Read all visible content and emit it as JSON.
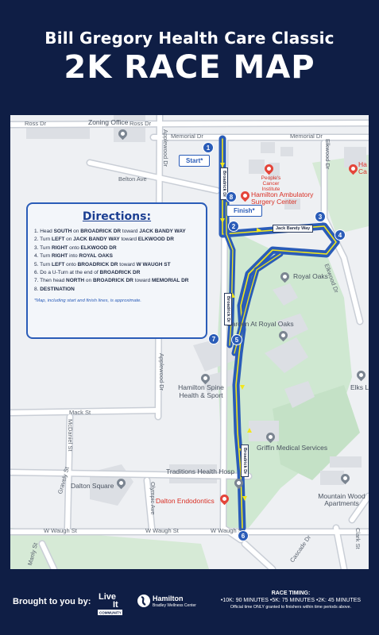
{
  "header": {
    "title": "Bill Gregory Health Care Classic",
    "subtitle": "2K RACE MAP"
  },
  "map": {
    "roads": {
      "ross_dr_left": "Ross Dr",
      "ross_dr_right": "Ross Dr",
      "memorial_dr_left": "Memorial Dr",
      "memorial_dr_right": "Memorial Dr",
      "belton_ave": "Belton Ave",
      "applewood_dr_top": "Applewood Dr",
      "applewood_dr_bottom": "Applewood Dr",
      "elkwood_dr_top": "Elkwood Dr",
      "elkwood_dr_right": "Elkwood Dr",
      "mack_st": "Mack St",
      "mcdaniel_st": "McDaniel St",
      "gravely_st": "Gravely St",
      "olympic_ave": "Olympic Ave",
      "w_waugh_st_left": "W Waugh St",
      "w_waugh_st_mid": "W Waugh St",
      "w_waugh_st_right": "W Waugh St",
      "cascade_dr": "Cascade Dr",
      "clark_st": "Clark St",
      "manly_st": "Manly St"
    },
    "places": {
      "zoning_office": "Zoning Office",
      "peoples_cancer": "People's Cancer Institute",
      "hamilton_ambulatory": "Hamilton Ambulatory Surgery Center",
      "hamilton_right": "Ha Ca",
      "royal_oaks": "Royal Oaks",
      "garden_royal_oaks": "Garden At Royal Oaks",
      "hamilton_spine": "Hamilton Spine Health & Sport",
      "elks": "Elks L",
      "griffin_medical": "Griffin Medical Services",
      "traditions": "Traditions Health Hosp",
      "dalton_square": "Dalton Square",
      "dalton_endo": "Dalton Endodontics",
      "mountain_wood": "Mountain Wood Apartments"
    },
    "street_tags": {
      "broadrick_top": "Broadrick Dr",
      "jack_bandy": "Jack Bandy Way",
      "broadrick_mid": "Broadrick Dr",
      "broadrick_low": "Broadrick Dr"
    },
    "tags": {
      "start": "Start*",
      "finish": "Finish*"
    },
    "markers": [
      "1",
      "2",
      "3",
      "4",
      "5",
      "6",
      "7",
      "8"
    ],
    "route_color": "#2a5cb8",
    "arrow_color": "#f2e71c"
  },
  "directions": {
    "title": "Directions:",
    "steps": [
      {
        "n": "1. ",
        "pre": "Head ",
        "b1": "SOUTH",
        "mid": " on ",
        "b2": "BROADRICK DR",
        "mid2": " toward ",
        "b3": "JACK BANDY WAY"
      },
      {
        "n": "2. ",
        "pre": "Turn ",
        "b1": "LEFT",
        "mid": " on ",
        "b2": "JACK BANDY WAY",
        "mid2": " toward ",
        "b3": "ELKWOOD DR"
      },
      {
        "n": "3. ",
        "pre": "Turn ",
        "b1": "RIGHT",
        "mid": " onto ",
        "b2": "ELKWOOD DR",
        "mid2": "",
        "b3": ""
      },
      {
        "n": "4. ",
        "pre": "Turn ",
        "b1": "RIGHT",
        "mid": " into ",
        "b2": "ROYAL OAKS",
        "mid2": "",
        "b3": ""
      },
      {
        "n": "5. ",
        "pre": "Turn ",
        "b1": "LEFT",
        "mid": " onto ",
        "b2": "BROADRICK DR",
        "mid2": " toward ",
        "b3": "W WAUGH ST"
      },
      {
        "n": "6. ",
        "pre": "Do a U-Turn at the end of ",
        "b1": "BROADRICK DR",
        "mid": "",
        "b2": "",
        "mid2": "",
        "b3": ""
      },
      {
        "n": "7. ",
        "pre": "Then head ",
        "b1": "NORTH",
        "mid": " on ",
        "b2": "BROADRICK DR",
        "mid2": " toward ",
        "b3": "MEMORIAL DR"
      },
      {
        "n": "8. ",
        "pre": "",
        "b1": "DESTINATION",
        "mid": "",
        "b2": "",
        "mid2": "",
        "b3": ""
      }
    ],
    "note": "*Map, including start and finish lines, is approximate."
  },
  "footer": {
    "brought": "Brought to you by:",
    "liveit_line1": "Live",
    "liveit_line2": "It",
    "liveit_sub": "COMMUNITY",
    "hamilton_name": "Hamilton",
    "hamilton_sub": "Bradley Wellness Center",
    "timing_heading": "RACE TIMING:",
    "timing_times": "•10K: 90 MINUTES  •5K: 75 MINUTES  •2K: 45 MINUTES",
    "timing_note": "Official time ONLY granted to finishers within time periods above."
  }
}
